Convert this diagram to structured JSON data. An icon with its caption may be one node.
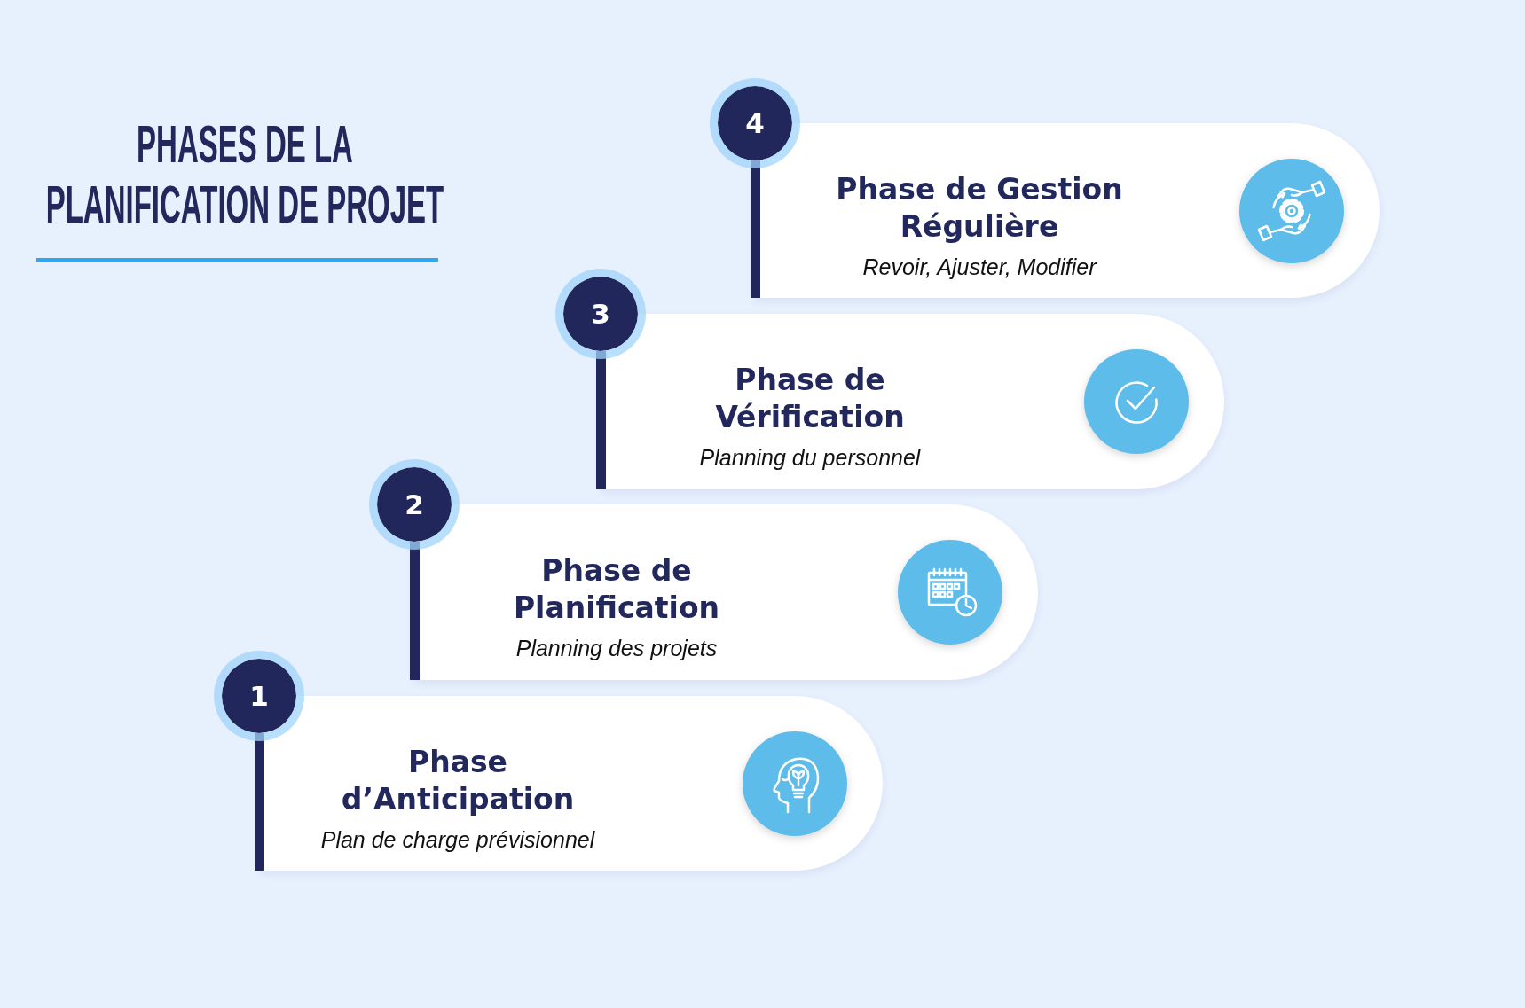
{
  "diagram": {
    "title": "PHASES DE LA PLANIFICATION DE PROJET",
    "nodes": [
      {
        "text": [
          "4"
        ]
      },
      {
        "text": [
          "Phase de Gestion Régulière",
          "Revoir, Ajuster, Modifier"
        ]
      },
      {
        "text": [
          "3"
        ]
      },
      {
        "text": [
          "Phase de Vérification",
          "Planning du personnel"
        ]
      },
      {
        "text": [
          "2"
        ]
      },
      {
        "text": [
          "Phase de Planification",
          "Planning des projets"
        ]
      },
      {
        "text": [
          "1"
        ]
      },
      {
        "text": [
          "Phase d’Anticipation",
          "Plan de charge prévisionnel"
        ]
      }
    ]
  }
}
